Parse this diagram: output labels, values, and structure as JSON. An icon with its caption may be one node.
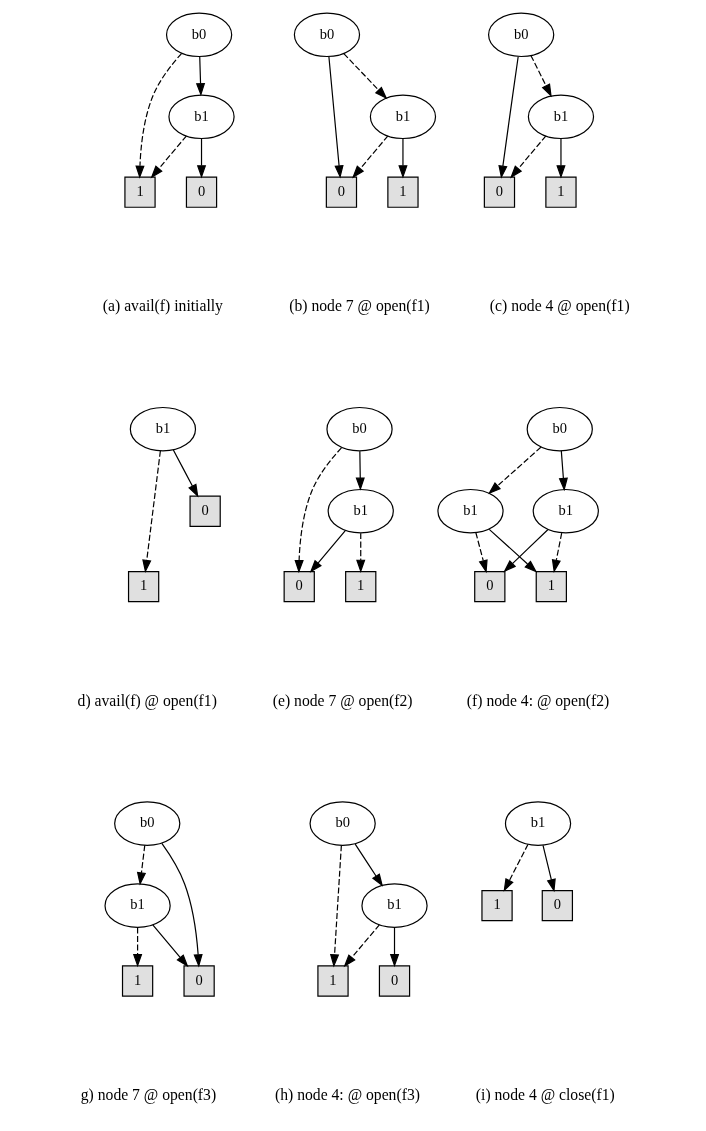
{
  "diagram": {
    "nodes": [
      {
        "text": [
          "b0"
        ]
      },
      {
        "text": [
          "b1"
        ]
      },
      {
        "text": [
          "1"
        ]
      },
      {
        "text": [
          "0"
        ]
      },
      {
        "text": [
          "b0"
        ]
      },
      {
        "text": [
          "b1"
        ]
      },
      {
        "text": [
          "0"
        ]
      },
      {
        "text": [
          "1"
        ]
      },
      {
        "text": [
          "b0"
        ]
      },
      {
        "text": [
          "b1"
        ]
      },
      {
        "text": [
          "0"
        ]
      },
      {
        "text": [
          "1"
        ]
      },
      {
        "text": [
          "b1"
        ]
      },
      {
        "text": [
          "1"
        ]
      },
      {
        "text": [
          "0"
        ]
      },
      {
        "text": [
          "b0"
        ]
      },
      {
        "text": [
          "b1"
        ]
      },
      {
        "text": [
          "0"
        ]
      },
      {
        "text": [
          "1"
        ]
      },
      {
        "text": [
          "b0"
        ]
      },
      {
        "text": [
          "b1"
        ]
      },
      {
        "text": [
          "b1"
        ]
      },
      {
        "text": [
          "0"
        ]
      },
      {
        "text": [
          "1"
        ]
      },
      {
        "text": [
          "b0"
        ]
      },
      {
        "text": [
          "b1"
        ]
      },
      {
        "text": [
          "1"
        ]
      },
      {
        "text": [
          "0"
        ]
      },
      {
        "text": [
          "b0"
        ]
      },
      {
        "text": [
          "b1"
        ]
      },
      {
        "text": [
          "1"
        ]
      },
      {
        "text": [
          "0"
        ]
      },
      {
        "text": [
          "b1"
        ]
      },
      {
        "text": [
          "1"
        ]
      },
      {
        "text": [
          "0"
        ]
      }
    ],
    "edges": [
      {
        "from": 0,
        "to": 2,
        "arrow": "to",
        "style": "dashed"
      },
      {
        "from": 0,
        "to": 1,
        "arrow": "to"
      },
      {
        "from": 1,
        "to": 2,
        "arrow": "to",
        "style": "dashed"
      },
      {
        "from": 1,
        "to": 3,
        "arrow": "to"
      },
      {
        "from": 4,
        "to": 6,
        "arrow": "to"
      },
      {
        "from": 4,
        "to": 5,
        "arrow": "to",
        "style": "dashed"
      },
      {
        "from": 5,
        "to": 6,
        "arrow": "to",
        "style": "dashed"
      },
      {
        "from": 5,
        "to": 7,
        "arrow": "to"
      },
      {
        "from": 8,
        "to": 10,
        "arrow": "to"
      },
      {
        "from": 8,
        "to": 9,
        "arrow": "to",
        "style": "dashed"
      },
      {
        "from": 9,
        "to": 10,
        "arrow": "to",
        "style": "dashed"
      },
      {
        "from": 9,
        "to": 11,
        "arrow": "to"
      },
      {
        "from": 12,
        "to": 13,
        "arrow": "to",
        "style": "dashed"
      },
      {
        "from": 12,
        "to": 14,
        "arrow": "to"
      },
      {
        "from": 15,
        "to": 17,
        "arrow": "to",
        "style": "dashed"
      },
      {
        "from": 15,
        "to": 16,
        "arrow": "to"
      },
      {
        "from": 16,
        "to": 17,
        "arrow": "to"
      },
      {
        "from": 16,
        "to": 18,
        "arrow": "to",
        "style": "dashed"
      },
      {
        "from": 19,
        "to": 20,
        "arrow": "to",
        "style": "dashed"
      },
      {
        "from": 19,
        "to": 21,
        "arrow": "to"
      },
      {
        "from": 20,
        "to": 22,
        "arrow": "to",
        "style": "dashed"
      },
      {
        "from": 20,
        "to": 23,
        "arrow": "to"
      },
      {
        "from": 21,
        "to": 22,
        "arrow": "to"
      },
      {
        "from": 21,
        "to": 23,
        "arrow": "to",
        "style": "dashed"
      },
      {
        "from": 24,
        "to": 25,
        "arrow": "to",
        "style": "dashed"
      },
      {
        "from": 24,
        "to": 27,
        "arrow": "to"
      },
      {
        "from": 25,
        "to": 26,
        "arrow": "to",
        "style": "dashed"
      },
      {
        "from": 25,
        "to": 27,
        "arrow": "to"
      },
      {
        "from": 28,
        "to": 30,
        "arrow": "to",
        "style": "dashed"
      },
      {
        "from": 28,
        "to": 29,
        "arrow": "to"
      },
      {
        "from": 29,
        "to": 30,
        "arrow": "to",
        "style": "dashed"
      },
      {
        "from": 29,
        "to": 31,
        "arrow": "to"
      },
      {
        "from": 32,
        "to": 33,
        "arrow": "to",
        "style": "dashed"
      },
      {
        "from": 32,
        "to": 34,
        "arrow": "to"
      }
    ],
    "labels": [
      "(a) avail(f) initially",
      "(b) node 7 @ open(f1)",
      "(c) node 4 @ open(f1)",
      "d) avail(f) @ open(f1)",
      "(e) node 7 @ open(f2)",
      "(f) node 4: @ open(f2)",
      "g) node 7 @ open(f3)",
      "(h) node 4: @ open(f3)",
      "(i) node 4 @ close(f1)"
    ]
  }
}
